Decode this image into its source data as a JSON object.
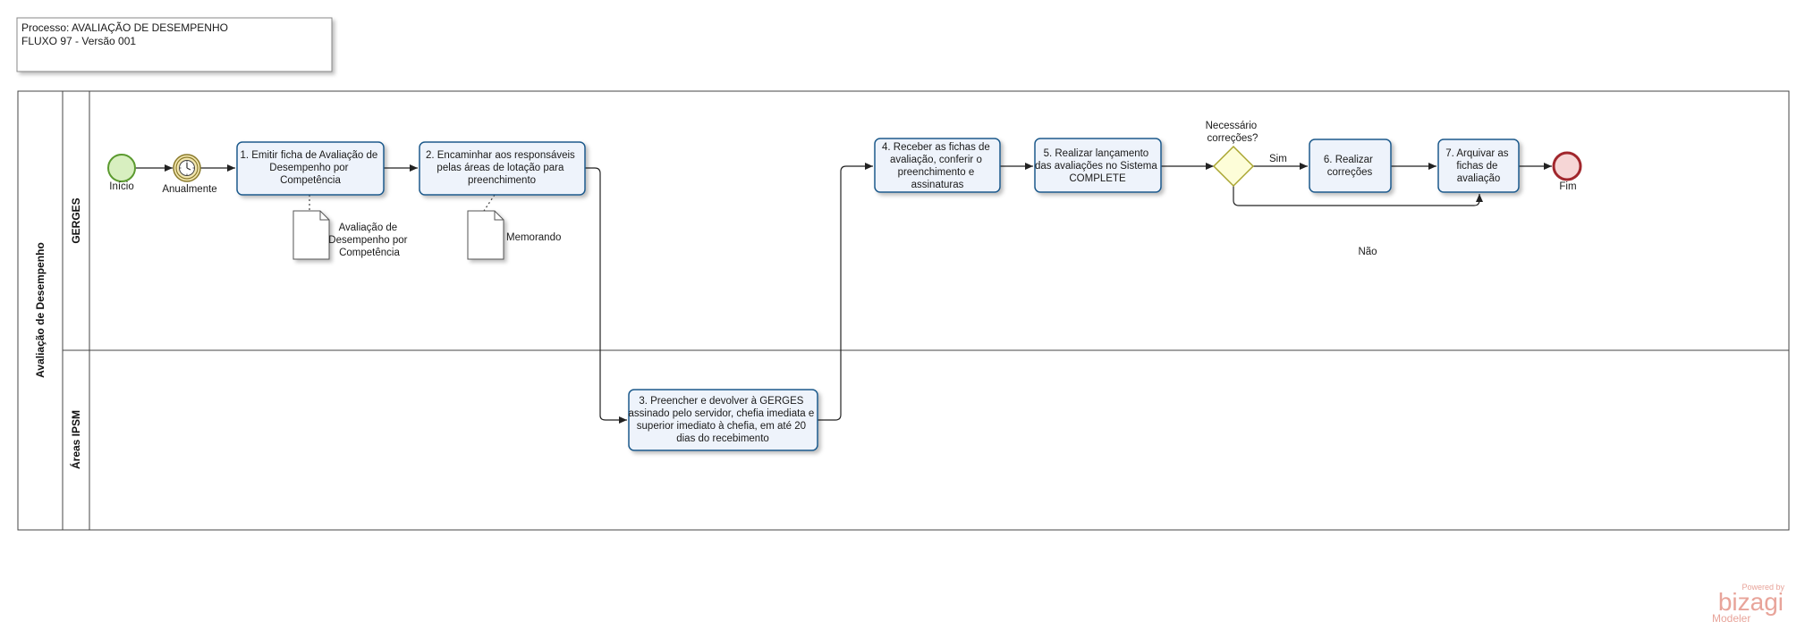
{
  "header": {
    "process_line": "Processo: AVALIAÇÃO DE DESEMPENHO",
    "flow_line": "FLUXO 97 - Versão 001"
  },
  "pool": {
    "name": "Avaliação de Desempenho",
    "lanes": [
      "GERGES",
      "Áreas IPSM"
    ]
  },
  "events": {
    "start": "Início",
    "timer": "Anualmente",
    "end": "Fim"
  },
  "tasks": {
    "t1": [
      "1. Emitir ficha de Avaliação de",
      "Desempenho por",
      "Competência"
    ],
    "t2": [
      "2. Encaminhar aos responsáveis",
      "pelas áreas de lotação para",
      "preenchimento"
    ],
    "t3": [
      "3. Preencher e devolver à GERGES",
      "assinado pelo servidor, chefia imediata e",
      "superior imediato à chefia, em até 20",
      "dias do recebimento"
    ],
    "t4": [
      "4. Receber as fichas de",
      "avaliação, conferir o",
      "preenchimento e",
      "assinaturas"
    ],
    "t5": [
      "5. Realizar lançamento",
      "das avaliações no Sistema",
      "COMPLETE"
    ],
    "t6": [
      "6. Realizar",
      "correções"
    ],
    "t7": [
      "7. Arquivar as",
      "fichas de",
      "avaliação"
    ]
  },
  "gateway": {
    "question": [
      "Necessário",
      "correções?"
    ],
    "yes": "Sim",
    "no": "Não"
  },
  "artifacts": {
    "doc1": [
      "Avaliação de",
      "Desempenho por",
      "Competência"
    ],
    "doc2": "Memorando"
  },
  "branding": {
    "powered": "Powered by",
    "name": "bizagi",
    "product": "Modeler"
  },
  "colors": {
    "task_fill": "#eef3fb",
    "task_stroke": "#1f5a8c",
    "start_fill": "#d8efc0",
    "start_stroke": "#5b9a2f",
    "end_fill": "#f6d6d6",
    "end_stroke": "#a1262c",
    "gateway_fill": "#fdfdd8",
    "gateway_stroke": "#a9a52f",
    "timer_fill": "#f3e7b0",
    "timer_stroke": "#8a7a2a"
  }
}
